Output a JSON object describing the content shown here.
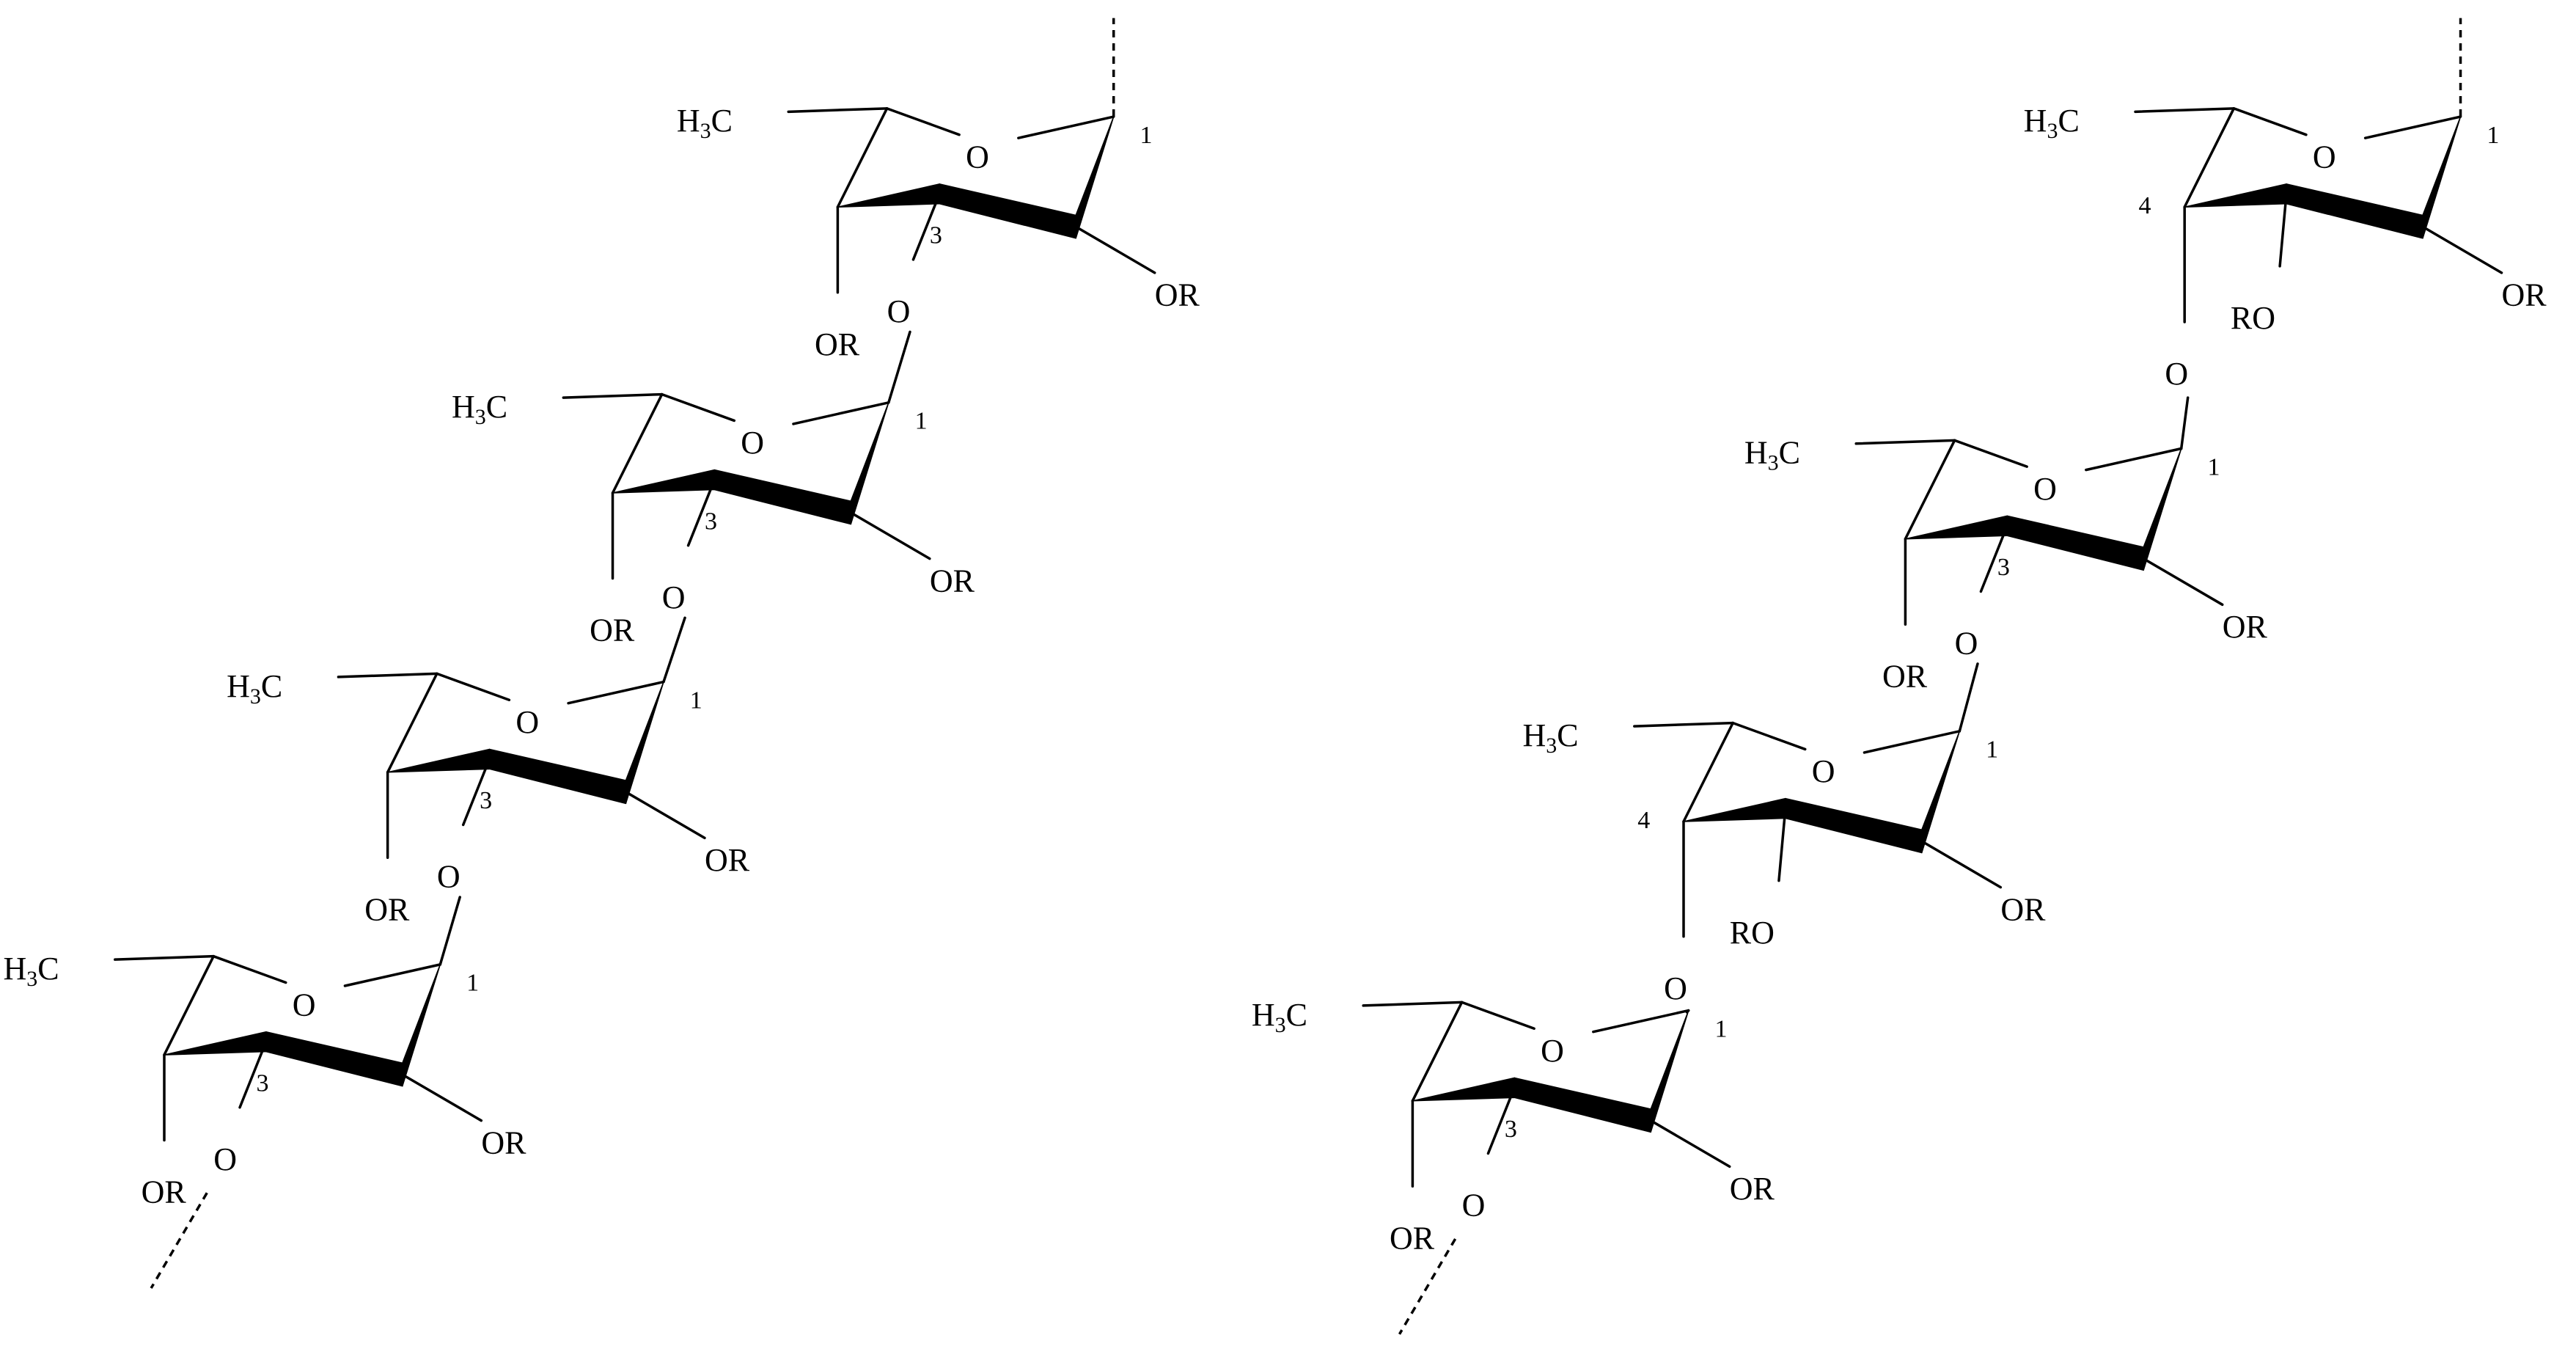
{
  "chains": [
    {
      "name": "chain-left",
      "units": [
        {
          "methyl": "H",
          "methyl_sub": "3",
          "methyl_tail": "C",
          "ring_o": "O",
          "c1_num": "1",
          "link_num": "3",
          "c2_sub": "OR",
          "low_sub": "OR",
          "link_o": "O",
          "ro": ""
        },
        {
          "methyl": "H",
          "methyl_sub": "3",
          "methyl_tail": "C",
          "ring_o": "O",
          "c1_num": "1",
          "link_num": "3",
          "c2_sub": "OR",
          "low_sub": "OR",
          "link_o": "O",
          "ro": ""
        },
        {
          "methyl": "H",
          "methyl_sub": "3",
          "methyl_tail": "C",
          "ring_o": "O",
          "c1_num": "1",
          "link_num": "3",
          "c2_sub": "OR",
          "low_sub": "OR",
          "link_o": "O",
          "ro": ""
        },
        {
          "methyl": "H",
          "methyl_sub": "3",
          "methyl_tail": "C",
          "ring_o": "O",
          "c1_num": "1",
          "link_num": "3",
          "c2_sub": "OR",
          "low_sub": "OR",
          "link_o": "O",
          "ro": ""
        }
      ]
    },
    {
      "name": "chain-right",
      "units": [
        {
          "methyl": "H",
          "methyl_sub": "3",
          "methyl_tail": "C",
          "ring_o": "O",
          "c1_num": "1",
          "link_num": "4",
          "c2_sub": "OR",
          "low_sub": "",
          "link_o": "O",
          "ro": "RO"
        },
        {
          "methyl": "H",
          "methyl_sub": "3",
          "methyl_tail": "C",
          "ring_o": "O",
          "c1_num": "1",
          "link_num": "3",
          "c2_sub": "OR",
          "low_sub": "OR",
          "link_o": "O",
          "ro": ""
        },
        {
          "methyl": "H",
          "methyl_sub": "3",
          "methyl_tail": "C",
          "ring_o": "O",
          "c1_num": "1",
          "link_num": "4",
          "c2_sub": "OR",
          "low_sub": "",
          "link_o": "O",
          "ro": "RO"
        },
        {
          "methyl": "H",
          "methyl_sub": "3",
          "methyl_tail": "C",
          "ring_o": "O",
          "c1_num": "1",
          "link_num": "3",
          "c2_sub": "OR",
          "low_sub": "OR",
          "link_o": "O",
          "ro": ""
        }
      ]
    }
  ]
}
